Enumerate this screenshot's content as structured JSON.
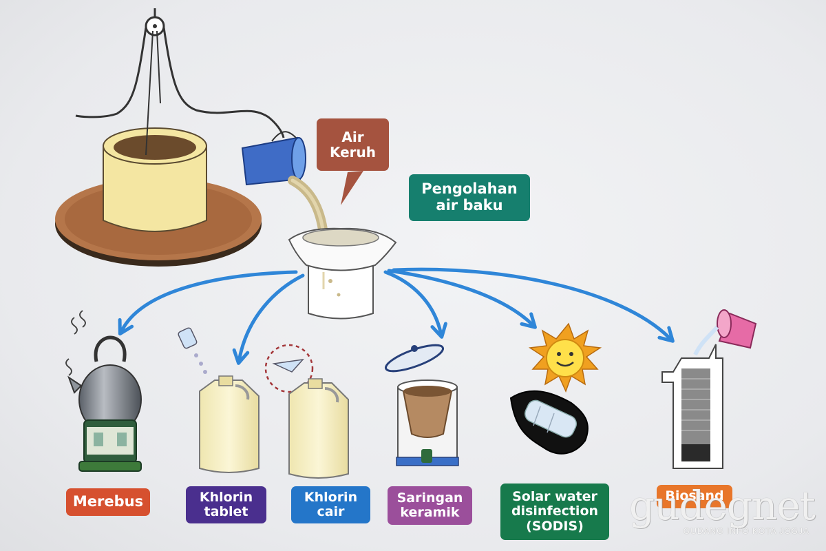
{
  "diagram": {
    "bubble": {
      "line1": "Air",
      "line2": "Keruh",
      "color": "#a5533f"
    },
    "header": {
      "line1": "Pengolahan",
      "line2": "air baku",
      "color": "#167f6e"
    },
    "methods": [
      {
        "id": "merebus",
        "line1": "Merebus",
        "line2": "",
        "color": "#d6502f"
      },
      {
        "id": "khlorin-tablet",
        "line1": "Khlorin",
        "line2": "tablet",
        "color": "#4a2f8e"
      },
      {
        "id": "khlorin-cair",
        "line1": "Khlorin",
        "line2": "cair",
        "color": "#2476c9"
      },
      {
        "id": "saringan-keramik",
        "line1": "Saringan",
        "line2": "keramik",
        "color": "#9b4f9b"
      },
      {
        "id": "sodis",
        "line1": "Solar water",
        "line2": "disinfection",
        "line3": "(SODIS)",
        "color": "#177a4c"
      },
      {
        "id": "biosand",
        "line1": "Biosand",
        "line2": "",
        "color": "#e8762a"
      }
    ],
    "arrow_color": "#2f86d8"
  },
  "watermark": {
    "brand": "gudegnet",
    "tagline": "GUDANG INFO KOTA JOGJA"
  }
}
